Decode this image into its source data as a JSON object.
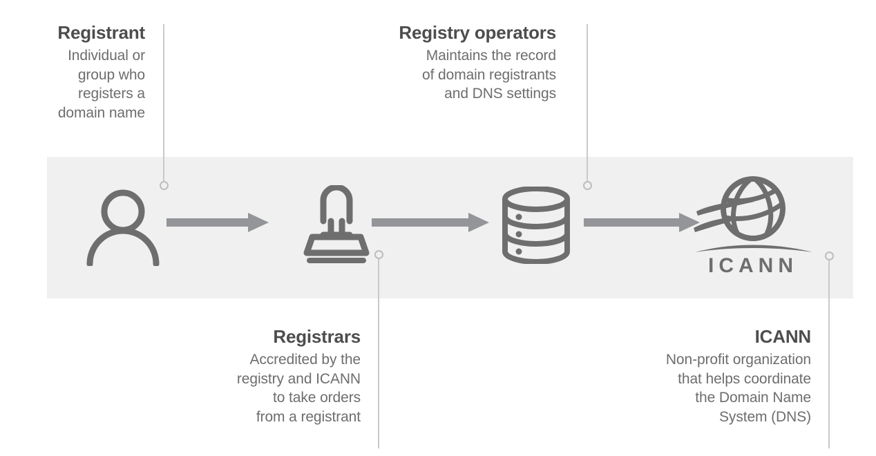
{
  "diagram": {
    "title_semantics": "domain-name-registration-ecosystem",
    "band_color": "#f0f0f0",
    "heading_color": "#4d4d4d",
    "body_color": "#6d6d6d",
    "icon_color": "#6e6e6e",
    "arrow_color": "#939598",
    "connector_color": "#c9c9c9"
  },
  "callouts": [
    {
      "key": "registrant",
      "title": "Registrant",
      "desc": "Individual or group who registers a domain name",
      "lines": [
        "Individual or",
        "group who",
        "registers a",
        "domain name"
      ]
    },
    {
      "key": "registry_operators",
      "title": "Registry operators",
      "desc": "Maintains the record of domain registrants and DNS settings",
      "lines": [
        "Maintains the record",
        "of domain registrants",
        "and DNS settings"
      ]
    },
    {
      "key": "registrars",
      "title": "Registrars",
      "desc": "Accredited by the registry and ICANN to take orders from a registrant",
      "lines": [
        "Accredited by the",
        "registry and ICANN",
        "to take orders",
        "from a registrant"
      ]
    },
    {
      "key": "icann",
      "title": "ICANN",
      "desc": "Non-profit organization that helps coordinate the Domain Name System (DNS)",
      "lines": [
        "Non-profit organization",
        "that helps coordinate",
        "the Domain Name",
        "System (DNS)"
      ]
    }
  ],
  "icons": [
    {
      "key": "registrant",
      "name": "person-icon"
    },
    {
      "key": "registrars",
      "name": "rubber-stamp-icon"
    },
    {
      "key": "registry_operators",
      "name": "database-icon"
    },
    {
      "key": "icann",
      "name": "icann-globe-logo"
    }
  ],
  "logo": {
    "wordmark": "ICANN"
  },
  "flow": {
    "arrows": 3,
    "direction": "left-to-right"
  }
}
